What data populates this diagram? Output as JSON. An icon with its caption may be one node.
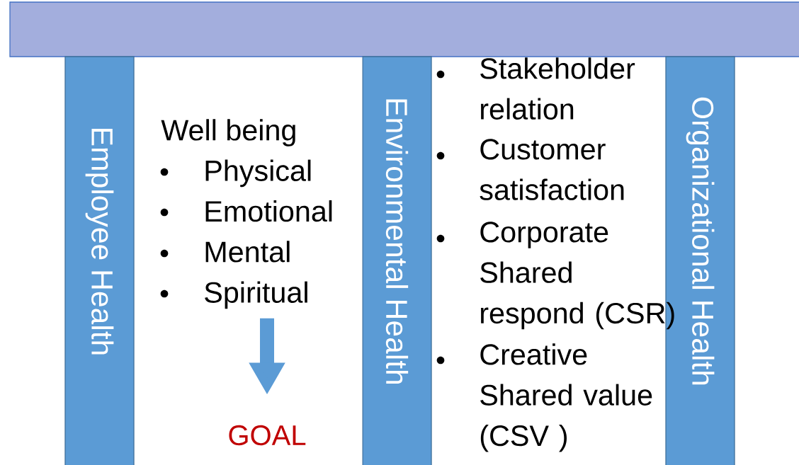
{
  "diagram": {
    "nodes": [
      {
        "text": [],
        "shape": "bar"
      },
      {
        "text": [
          "Employee Health"
        ]
      },
      {
        "text": [
          "Environmental  Health"
        ]
      },
      {
        "text": [
          "Organizational  Health"
        ]
      },
      {
        "text": [
          "Well being",
          "Physical",
          "Emotional",
          "Mental",
          "Spiritual"
        ]
      },
      {
        "text": [
          "GOAL"
        ]
      }
    ],
    "edges": [
      {
        "from": 4,
        "to": 5,
        "arrow": "to"
      }
    ],
    "labels": [
      "Stakeholder relation",
      "Customer satisfaction",
      "Corporate Shared respond (CSR)",
      "Creative Shared value (CSV )"
    ]
  }
}
